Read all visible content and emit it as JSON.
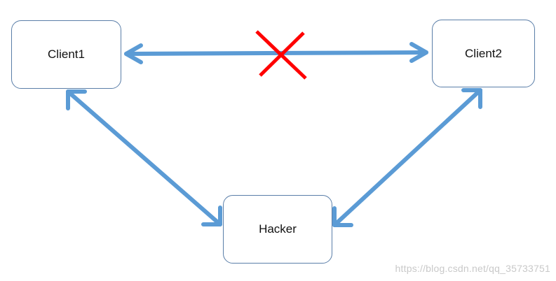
{
  "nodes": {
    "client1": "Client1",
    "client2": "Client2",
    "hacker": "Hacker"
  },
  "colors": {
    "arrow": "#5b9bd5",
    "cross": "#ff0000",
    "border": "#5a7ea8"
  },
  "watermark": "https://blog.csdn.net/qq_35733751"
}
